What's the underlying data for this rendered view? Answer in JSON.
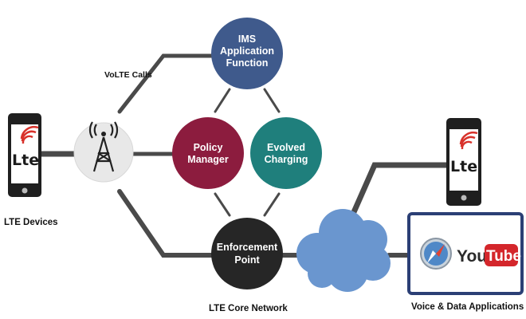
{
  "nodes": {
    "ims": {
      "lines": [
        "IMS",
        "Application",
        "Function"
      ],
      "color": "#3f5a8c"
    },
    "policy": {
      "lines": [
        "Policy",
        "Manager"
      ],
      "color": "#8c1c3e"
    },
    "charging": {
      "lines": [
        "Evolved",
        "Charging"
      ],
      "color": "#1f7f7c"
    },
    "enforcement": {
      "lines": [
        "Enforcement",
        "Point"
      ],
      "color": "#262626"
    }
  },
  "labels": {
    "volte": "VoLTE Calls",
    "lte_devices": "LTE Devices",
    "core_network": "LTE Core Network",
    "applications": "Voice & Data Applications"
  },
  "device_logo": {
    "text": "Lte",
    "signal_color": "#d8322b"
  },
  "youtube": {
    "you": "You",
    "tube": "Tube",
    "color": "#d4262b"
  },
  "icons": {
    "tower": "cell-tower-icon",
    "cloud": "cloud-icon",
    "compass": "safari-compass-icon"
  },
  "colors": {
    "line": "#4a4a4a",
    "cloud": "#6a96cf",
    "app_box_border": "#2b3f75"
  }
}
